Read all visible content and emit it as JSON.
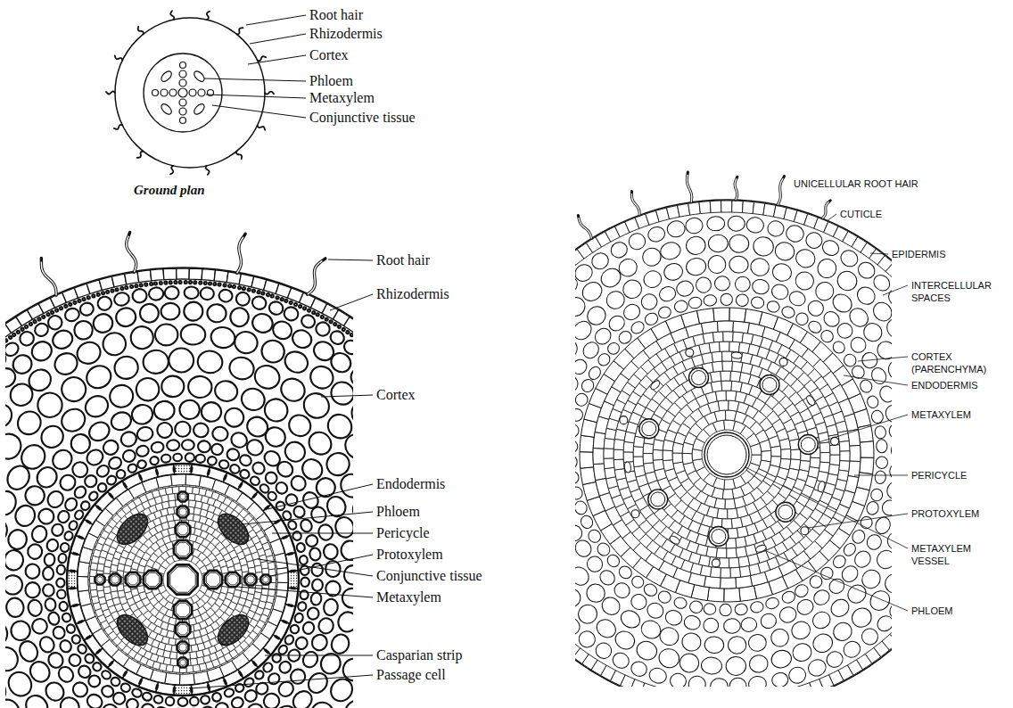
{
  "diagram": {
    "labels": [
      "Root hair",
      "Rhizodermis",
      "Cortex",
      "Phloem",
      "Metaxylem",
      "Conjunctive tissue",
      "Ground plan",
      "Root hair",
      "Rhizodermis",
      "Cortex",
      "Endodermis",
      "Phloem",
      "Pericycle",
      "Protoxylem",
      "Conjunctive tissue",
      "Metaxylem",
      "Casparian strip",
      "Passage cell",
      "UNICELLULAR ROOT HAIR",
      "CUTICLE",
      "EPIDERMIS",
      "INTERCELLULAR SPACES",
      "CORTEX (PARENCHYMA)",
      "ENDODERMIS",
      "METAXYLEM",
      "PERICYCLE",
      "PROTOXYLEM",
      "METAXYLEM VESSEL",
      "PHLOEM"
    ]
  }
}
